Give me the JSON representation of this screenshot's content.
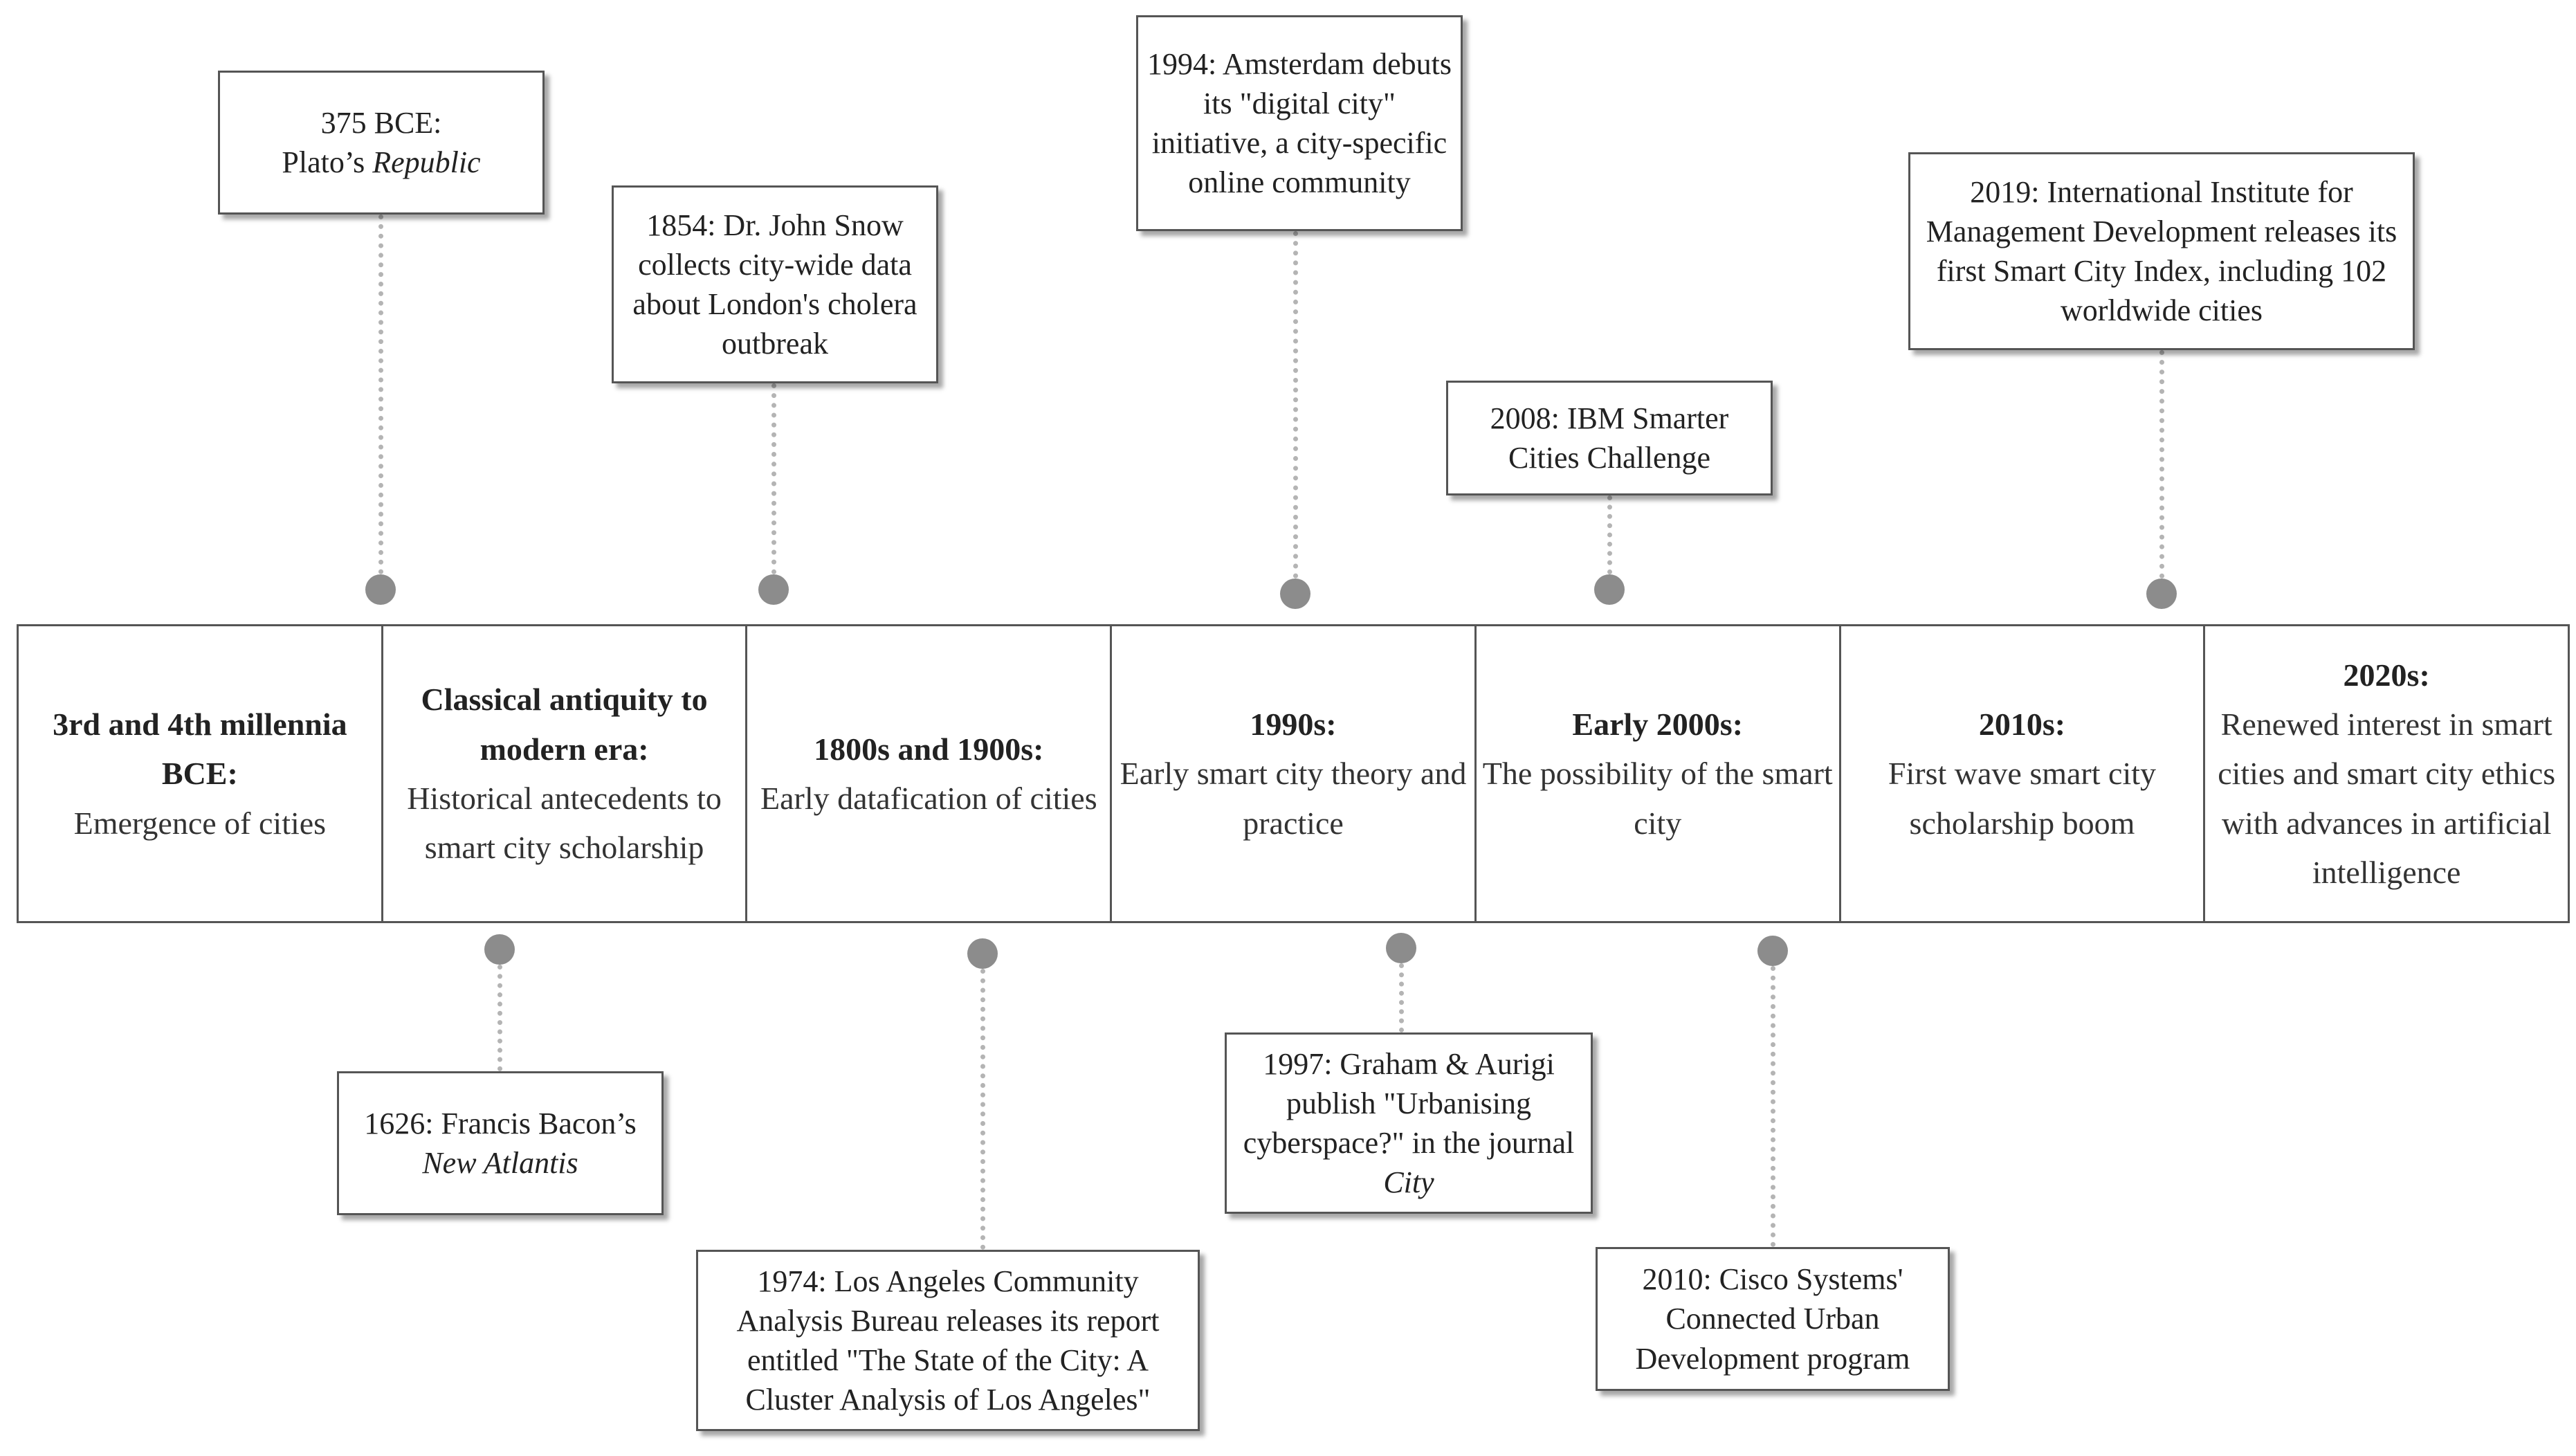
{
  "periods": [
    {
      "title": "3rd and 4th millennia BCE:",
      "desc": "Emergence of cities"
    },
    {
      "title": "Classical antiquity to modern era:",
      "desc": "Historical antecedents to smart city scholarship"
    },
    {
      "title": "1800s and 1900s:",
      "desc": "Early datafication of cities"
    },
    {
      "title": "1990s:",
      "desc": "Early smart city theory and practice"
    },
    {
      "title": "Early 2000s:",
      "desc": "The possibility of the smart city"
    },
    {
      "title": "2010s:",
      "desc": "First wave smart city scholarship boom"
    },
    {
      "title": "2020s:",
      "desc": "Renewed interest in smart cities and smart city ethics with advances in artificial intelligence"
    }
  ],
  "events_above": [
    {
      "pre": "375 BCE:\nPlato’s ",
      "em": "Republic",
      "post": ""
    },
    {
      "pre": "1854: Dr. John Snow collects city-wide data about London's cholera outbreak",
      "em": "",
      "post": ""
    },
    {
      "pre": "1994: Amsterdam debuts its \"digital city\" initiative, a city-specific online community",
      "em": "",
      "post": ""
    },
    {
      "pre": "2008: IBM Smarter Cities Challenge",
      "em": "",
      "post": ""
    },
    {
      "pre": "2019: International Institute for Management Development releases its first Smart City Index, including 102 worldwide cities",
      "em": "",
      "post": ""
    }
  ],
  "events_below": [
    {
      "pre": "1626: Francis Bacon’s\n",
      "em": "New Atlantis",
      "post": ""
    },
    {
      "pre": "1974: Los Angeles Community Analysis Bureau releases its report entitled \"The State of the City: A Cluster Analysis of Los Angeles\"",
      "em": "",
      "post": ""
    },
    {
      "pre": "1997: Graham & Aurigi publish \"Urbanising cyberspace?\" in the journal ",
      "em": "City",
      "post": ""
    },
    {
      "pre": "2010: Cisco Systems' Connected Urban Development program",
      "em": "",
      "post": ""
    }
  ]
}
